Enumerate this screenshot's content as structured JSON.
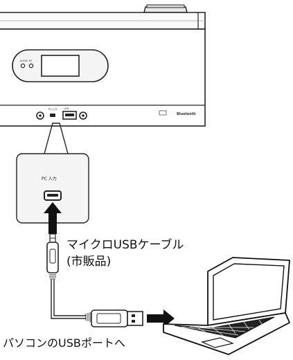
{
  "device": {
    "front_labels": [
      "AUDIO",
      "BT"
    ],
    "port_labels": [
      "PC 入力",
      "USB"
    ],
    "brand_mark": "Bluetooth"
  },
  "zoom": {
    "port_label": "PC 入力"
  },
  "labels": {
    "cable": "マイクロUSBケーブル",
    "cable_note": "(市販品)",
    "pc_port": "パソコンのUSBポートへ"
  }
}
